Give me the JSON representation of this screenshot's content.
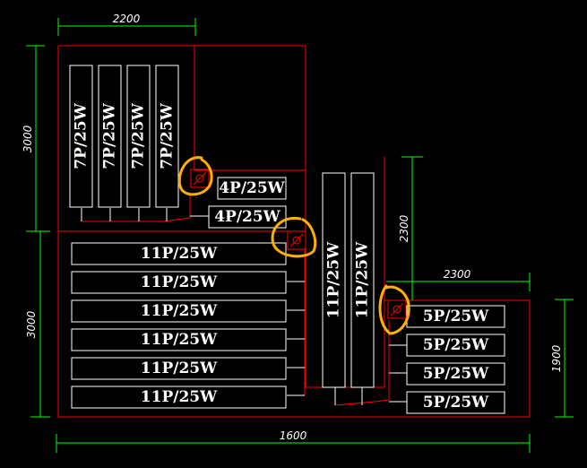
{
  "colors": {
    "background": "#000000",
    "walls": "#ff0000",
    "fixtures": "#ffffff",
    "dimensions": "#00ff00",
    "highlight": "#ffb000"
  },
  "dimensions": {
    "top_width": "2200",
    "left_upper_height": "3000",
    "left_lower_height": "3000",
    "right_mid_height": "2300",
    "right_mid_width": "2300",
    "right_height": "1900",
    "bottom_width": "1600"
  },
  "fixtures": {
    "vertical_7p": [
      "7P/25W",
      "7P/25W",
      "7P/25W",
      "7P/25W"
    ],
    "small_4p": [
      "4P/25W",
      "4P/25W"
    ],
    "horizontal_11p": [
      "11P/25W",
      "11P/25W",
      "11P/25W",
      "11P/25W",
      "11P/25W",
      "11P/25W"
    ],
    "vertical_11p": [
      "11P/25W",
      "11P/25W"
    ],
    "horizontal_5p": [
      "5P/25W",
      "5P/25W",
      "5P/25W",
      "5P/25W"
    ]
  },
  "junction_symbol": "⌀"
}
